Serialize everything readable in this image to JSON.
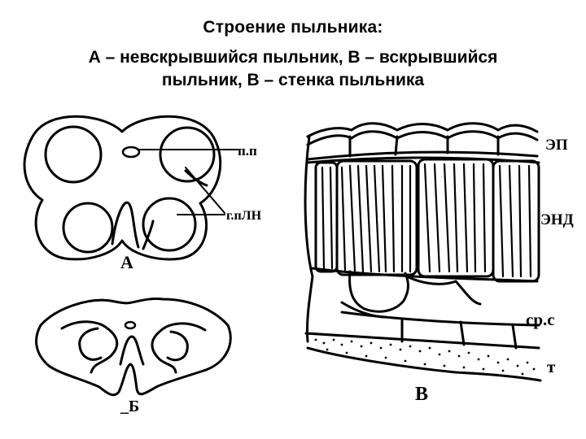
{
  "header": {
    "title": "Строение пыльника:",
    "subtitle_line1": "А – невскрывшийся пыльник, В – вскрывшийся",
    "subtitle_line2": "пыльник, В – стенка пыльника"
  },
  "figure_a": {
    "letter": "А",
    "labels": {
      "pl": "п.п",
      "gpln": "г.пЛН"
    }
  },
  "figure_b": {
    "letter": "_Б"
  },
  "figure_v": {
    "letter": "В",
    "labels": {
      "ep": "ЭП",
      "end": "ЭНД",
      "src": "ср.с",
      "t": "т"
    }
  }
}
